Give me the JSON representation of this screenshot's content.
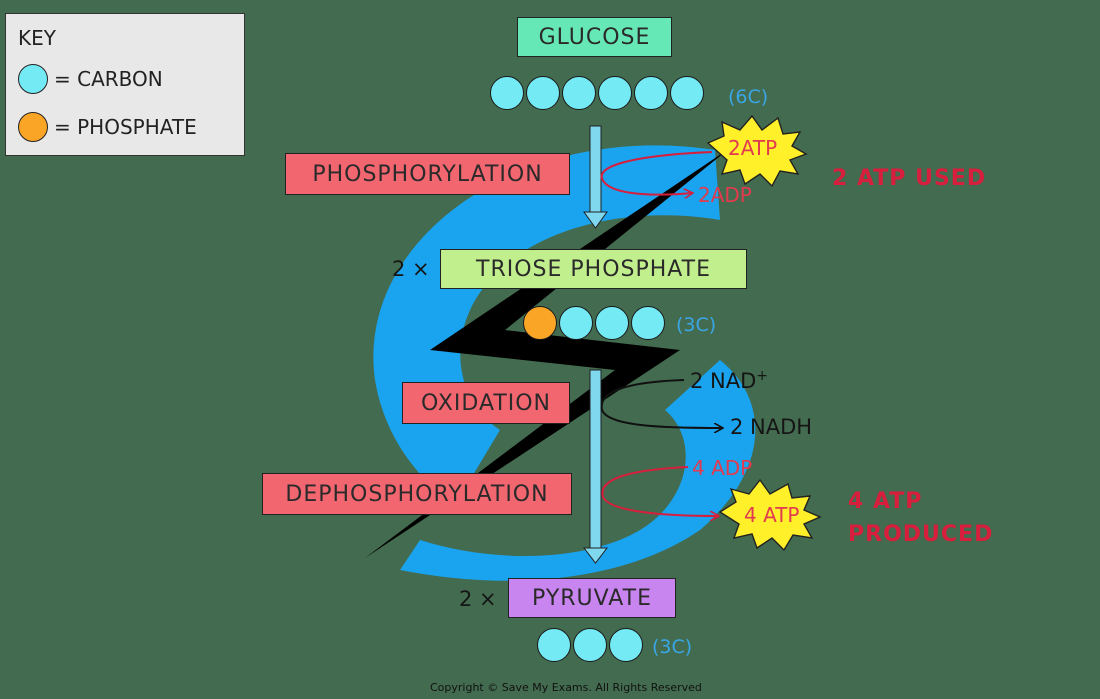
{
  "key": {
    "title": "KEY",
    "carbon_label": "= CARBON",
    "phosphate_label": "= PHOSPHATE"
  },
  "stages": {
    "glucose": "GLUCOSE",
    "triose_phosphate": "TRIOSE  PHOSPHATE",
    "pyruvate": "PYRUVATE"
  },
  "processes": {
    "phosphorylation": "PHOSPHORYLATION",
    "oxidation": "OXIDATION",
    "dephosphorylation": "DEPHOSPHORYLATION"
  },
  "carbon_counts": {
    "glucose": "(6C)",
    "triose": "(3C)",
    "pyruvate": "(3C)"
  },
  "multipliers": {
    "triose": "2 ×",
    "pyruvate": "2 ×"
  },
  "molecules": {
    "atp_in": "2ATP",
    "adp_out": "2ADP",
    "nad": "2 NAD",
    "nad_sup": "+",
    "nadh": "2 NADH",
    "adp_in": "4 ADP",
    "atp_out": "4 ATP"
  },
  "notes": {
    "atp_used": "2 ATP  USED",
    "atp_produced_1": "4  ATP",
    "atp_produced_2": "PRODUCED"
  },
  "footer": "Copyright © Save My Exams. All Rights Reserved",
  "colors": {
    "background": "#436b4f",
    "carbon": "#74eaf5",
    "phosphate": "#fba526",
    "logo_ring": "#1aa3ee",
    "arrow": "#7fd8ee",
    "atp_burst": "#fff02a",
    "accent_red": "#d81e3d"
  }
}
